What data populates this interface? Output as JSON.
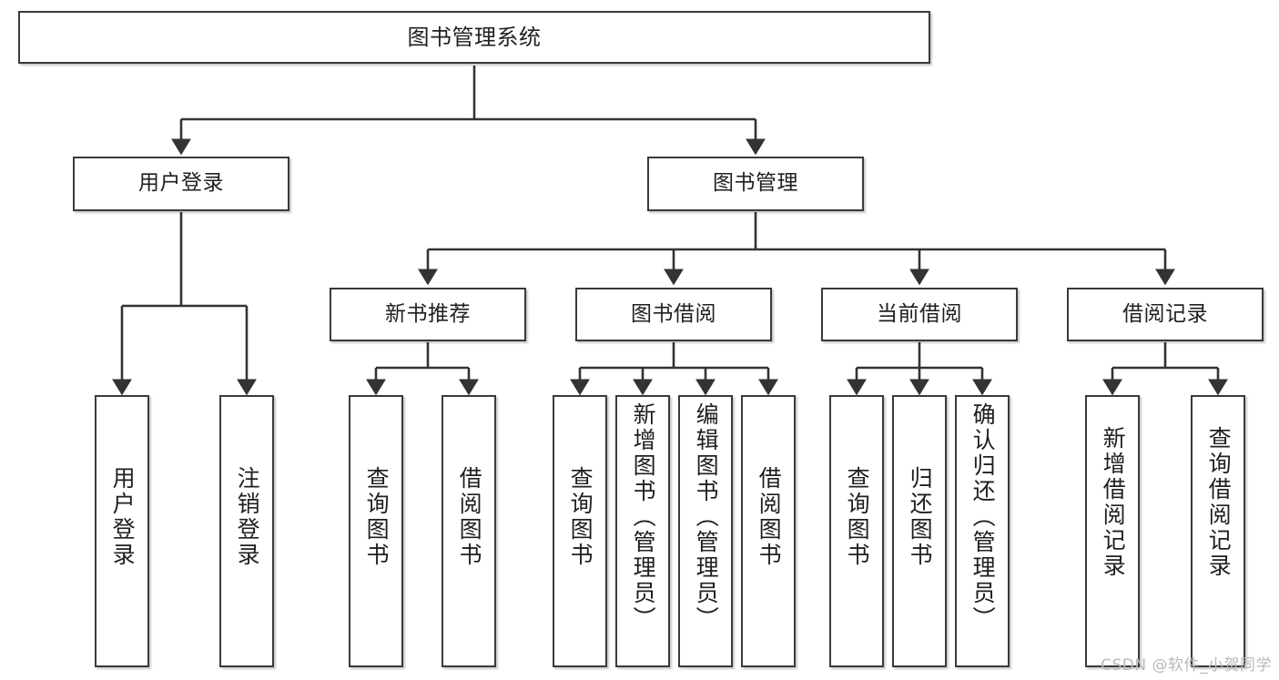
{
  "diagram": {
    "title": "图书管理系统",
    "type": "tree-hierarchy-chart",
    "orientation": "top-down",
    "colors": {
      "box_border": "#3a3a3a",
      "box_fill": "#ffffff",
      "edge": "#333333",
      "text": "#1f1f1f",
      "watermark": "#b9b9b9",
      "background": "#ffffff"
    }
  },
  "nodes": {
    "root": {
      "label": "图书管理系统"
    },
    "level2": [
      {
        "label": "用户登录"
      },
      {
        "label": "图书管理"
      }
    ],
    "level3": [
      {
        "label": "新书推荐"
      },
      {
        "label": "图书借阅"
      },
      {
        "label": "当前借阅"
      },
      {
        "label": "借阅记录"
      }
    ],
    "leaves": {
      "user_login": [
        {
          "label": "用户登录"
        },
        {
          "label": "注销登录"
        }
      ],
      "new_book_recommend": [
        {
          "label": "查询图书"
        },
        {
          "label": "借阅图书"
        }
      ],
      "book_borrow": [
        {
          "label": "查询图书"
        },
        {
          "label": "新增图书（管理员）"
        },
        {
          "label": "编辑图书（管理员）"
        },
        {
          "label": "借阅图书"
        }
      ],
      "current_borrow": [
        {
          "label": "查询图书"
        },
        {
          "label": "归还图书"
        },
        {
          "label": "确认归还（管理员）"
        }
      ],
      "borrow_record": [
        {
          "label": "新增借阅记录"
        },
        {
          "label": "查询借阅记录"
        }
      ]
    }
  },
  "watermark": {
    "text": "CSDN @软件_小贺同学"
  }
}
